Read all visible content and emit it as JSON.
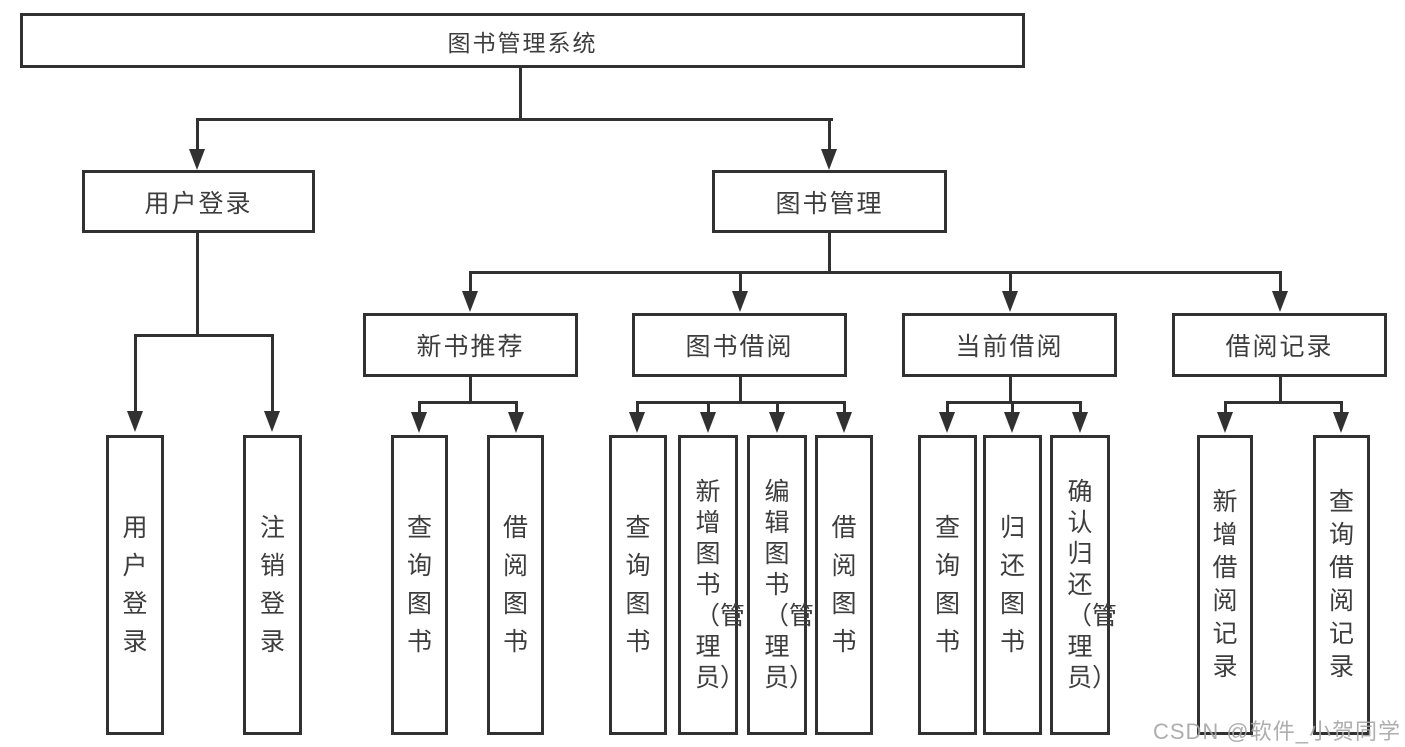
{
  "diagram_type": "hierarchy-tree",
  "root": {
    "label": "图书管理系统"
  },
  "branches": [
    {
      "label": "用户登录",
      "children": [
        {
          "label": "用户登录"
        },
        {
          "label": "注销登录"
        }
      ]
    },
    {
      "label": "图书管理",
      "children": [
        {
          "label": "新书推荐",
          "children": [
            {
              "label": "查询图书"
            },
            {
              "label": "借阅图书"
            }
          ]
        },
        {
          "label": "图书借阅",
          "children": [
            {
              "label": "查询图书"
            },
            {
              "label": "新增图书（管理员）"
            },
            {
              "label": "编辑图书（管理员）"
            },
            {
              "label": "借阅图书"
            }
          ]
        },
        {
          "label": "当前借阅",
          "children": [
            {
              "label": "查询图书"
            },
            {
              "label": "归还图书"
            },
            {
              "label": "确认归还（管理员）"
            }
          ]
        },
        {
          "label": "借阅记录",
          "children": [
            {
              "label": "新增借阅记录"
            },
            {
              "label": "查询借阅记录"
            }
          ]
        }
      ]
    }
  ],
  "watermark": "CSDN @软件_小贺同学",
  "colors": {
    "line": "#313131",
    "text": "#3d3d3d",
    "background": "#ffffff",
    "watermark": "#a5a5a5"
  }
}
